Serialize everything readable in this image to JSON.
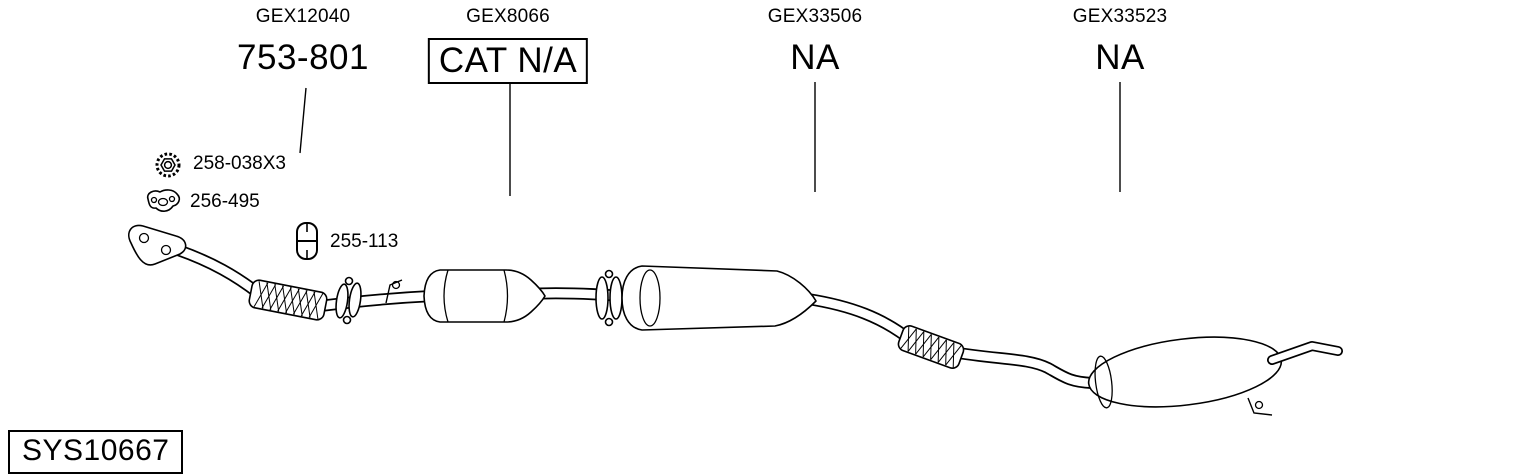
{
  "page": {
    "background": "#ffffff",
    "line_color": "#000000"
  },
  "columns": [
    {
      "ref": "GEX12040",
      "label": "753-801"
    },
    {
      "ref": "GEX8066",
      "label": "CAT N/A"
    },
    {
      "ref": "GEX33506",
      "label": "NA"
    },
    {
      "ref": "GEX33523",
      "label": "NA"
    }
  ],
  "small_parts": [
    {
      "icon": "flange-nut-icon",
      "label": "258-038X3"
    },
    {
      "icon": "gasket-icon",
      "label": "256-495"
    },
    {
      "icon": "pipe-clamp-icon",
      "label": "255-113"
    }
  ],
  "system_code": "SYS10667"
}
